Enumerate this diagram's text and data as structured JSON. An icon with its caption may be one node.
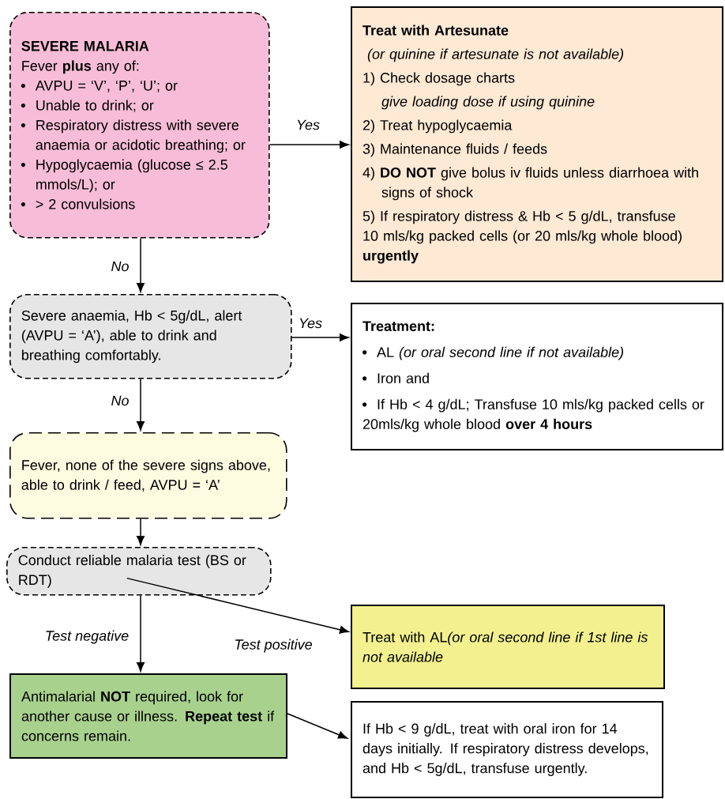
{
  "diagram": {
    "nodes": [
      {
        "text": [
          "SEVERE MALARIA",
          "Fever **plus** any of:",
          "AVPU = ‘V’, ‘P’, ‘U’; or",
          "Unable to drink; or",
          "Respiratory distress with severe anaemia or acidotic breathing; or",
          "Hypoglycaemia (glucose ≤ 2.5 mmols/L); or",
          "> 2 convulsions"
        ]
      },
      {
        "text": [
          "Treat with Artesunate",
          "(or quinine if artesunate is not available)",
          "1) Check dosage charts",
          "give loading dose if using quinine",
          "2) Treat hypoglycaemia",
          "3) Maintenance fluids / feeds",
          "4) **DO NOT** give bolus iv fluids unless diarrhoea with signs of shock",
          "5) If respiratory distress & Hb < 5 g/dL, transfuse 10 mls/kg packed cells (or 20 mls/kg whole blood) **urgently**"
        ]
      },
      {
        "text": [
          "Severe anaemia, Hb < 5g/dL, alert (AVPU = ‘A’), able to drink and breathing comfortably."
        ]
      },
      {
        "text": [
          "Treatment:",
          "AL *(or oral second line if not available)*",
          "Iron and",
          "If Hb < 4 g/dL; Transfuse 10 mls/kg packed cells or 20mls/kg whole blood **over 4 hours**"
        ]
      },
      {
        "text": [
          "Fever, none of the severe signs above, able to drink / feed, AVPU = ‘A’"
        ]
      },
      {
        "text": [
          "Conduct reliable malaria test (BS or RDT)"
        ]
      },
      {
        "text": [
          "Treat with AL",
          "(or oral second line if 1st line is not available"
        ]
      },
      {
        "text": [
          "Antimalarial **NOT** required, look for another cause or illness. **Repeat test** if concerns remain."
        ]
      },
      {
        "text": [
          "If Hb < 9 g/dL, treat with oral iron for 14 days initially. If respiratory distress develops, and Hb < 5g/dL, transfuse urgently."
        ]
      }
    ],
    "edges": [
      {
        "from": 0,
        "to": 1,
        "arrow": "to",
        "label": "Yes"
      },
      {
        "from": 0,
        "to": 2,
        "arrow": "to",
        "label": "No"
      },
      {
        "from": 2,
        "to": 3,
        "arrow": "to",
        "label": "Yes"
      },
      {
        "from": 2,
        "to": 4,
        "arrow": "to",
        "label": "No"
      },
      {
        "from": 4,
        "to": 5,
        "arrow": "to"
      },
      {
        "from": 5,
        "to": 7,
        "arrow": "to",
        "label": "Test negative"
      },
      {
        "from": 5,
        "to": 6,
        "arrow": "to",
        "label": "Test positive"
      },
      {
        "from": 7,
        "to": 8,
        "arrow": "to"
      }
    ]
  }
}
